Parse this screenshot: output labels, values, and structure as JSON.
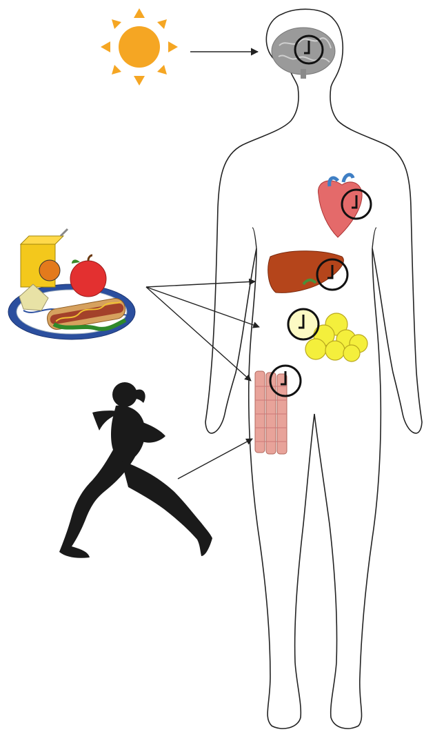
{
  "figure": {
    "nodes": [
      {
        "id": "sun",
        "icon": "sun-icon",
        "kind": "zeitgeber"
      },
      {
        "id": "food",
        "icon": "food-plate-icon",
        "kind": "zeitgeber"
      },
      {
        "id": "exercise",
        "icon": "runner-icon",
        "kind": "zeitgeber"
      },
      {
        "id": "brain",
        "icon": "brain-icon",
        "clock": true
      },
      {
        "id": "heart",
        "icon": "heart-icon",
        "clock": true
      },
      {
        "id": "liver",
        "icon": "liver-icon",
        "clock": true
      },
      {
        "id": "fat",
        "icon": "adipose-tissue-icon",
        "clock": true
      },
      {
        "id": "muscle",
        "icon": "skeletal-muscle-icon",
        "clock": true
      }
    ],
    "edges": [
      {
        "from": "sun",
        "to": "brain"
      },
      {
        "from": "food",
        "to": "liver"
      },
      {
        "from": "food",
        "to": "fat"
      },
      {
        "from": "food",
        "to": "muscle"
      },
      {
        "from": "exercise",
        "to": "muscle"
      }
    ],
    "colors": {
      "sun": "#f5a623",
      "brain": "#9a9a9a",
      "liver": "#b5451b",
      "fat": "#f4ef3c",
      "muscle": "#e8a39a",
      "heart": "#e46a6a",
      "silhouette": "#1a1a1a",
      "outline": "#222222"
    }
  }
}
